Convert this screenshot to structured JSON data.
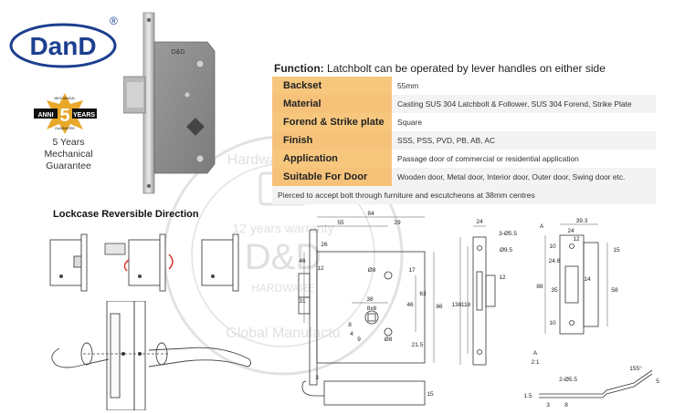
{
  "brand": {
    "logo_text": "DanD",
    "registered": "®"
  },
  "badge": {
    "left": "ANNI",
    "number": "5",
    "right": "YEARS",
    "top": "MECHANICAL",
    "bottom": "GUARANTEE"
  },
  "guarantee": {
    "line1": "5 Years",
    "line2": "Mechanical",
    "line3": "Guarantee"
  },
  "product_label": "D&D",
  "function": {
    "label": "Function:",
    "text": "Latchbolt can be operated by lever handles on either side"
  },
  "specs": [
    {
      "label": "Backset",
      "value": "55mm"
    },
    {
      "label": "Material",
      "value": "Casting SUS 304 Latchbolt & Follower,  SUS 304 Forend, Strike Plate"
    },
    {
      "label": "Forend & Strike plate",
      "value": "Square"
    },
    {
      "label": "Finish",
      "value": "SSS, PSS, PVD, PB, AB, AC"
    },
    {
      "label": "Application",
      "value": "Passage door of commercial or residential application"
    },
    {
      "label": "Suitable For Door",
      "value": "Wooden door, Metal door,  Interior door, Outer door, Swing door etc."
    }
  ],
  "note": "Pierced to accept bolt through furniture and escutcheons at 38mm centres",
  "lockcase_heading": "Lockcase Reversible Direction",
  "watermark": {
    "line1": "Hardware Industr",
    "line2": "12 years warranty",
    "line3": "D&D",
    "line4": "HARDWARE",
    "line5": "Global Manufactu"
  },
  "dims_main": {
    "d84": "84",
    "d55": "55",
    "d29": "29",
    "d46": "46",
    "d26": "26",
    "d12": "12",
    "d8": "Ø8",
    "d17": "17",
    "d31": "31",
    "d63": "63",
    "d86": "86",
    "d46b": "46",
    "d38": "38",
    "d8x8": "8x8",
    "d8b": "8",
    "d9": "9",
    "d8c": "Ø8",
    "d215": "21.5",
    "d4": "4",
    "d3": "3",
    "d15": "15"
  },
  "dims_side": {
    "d24": "24",
    "d355": "3-Ø5.5",
    "d95": "Ø9.5",
    "d138": "138",
    "d118": "118",
    "d12": "12"
  },
  "dims_strike": {
    "a": "A",
    "d393": "39.3",
    "d24": "24",
    "d12": "12",
    "d15": "15",
    "d10": "10",
    "d246": "24.6",
    "d14": "14",
    "d88": "88",
    "d35": "35",
    "d58": "58",
    "d10b": "10"
  },
  "dims_section": {
    "a": "A",
    "ratio": "2:1",
    "d255": "2-Ø5.5",
    "d155": "155°",
    "d15": "1.5",
    "d3": "3",
    "d8": "8",
    "d5": "5"
  }
}
